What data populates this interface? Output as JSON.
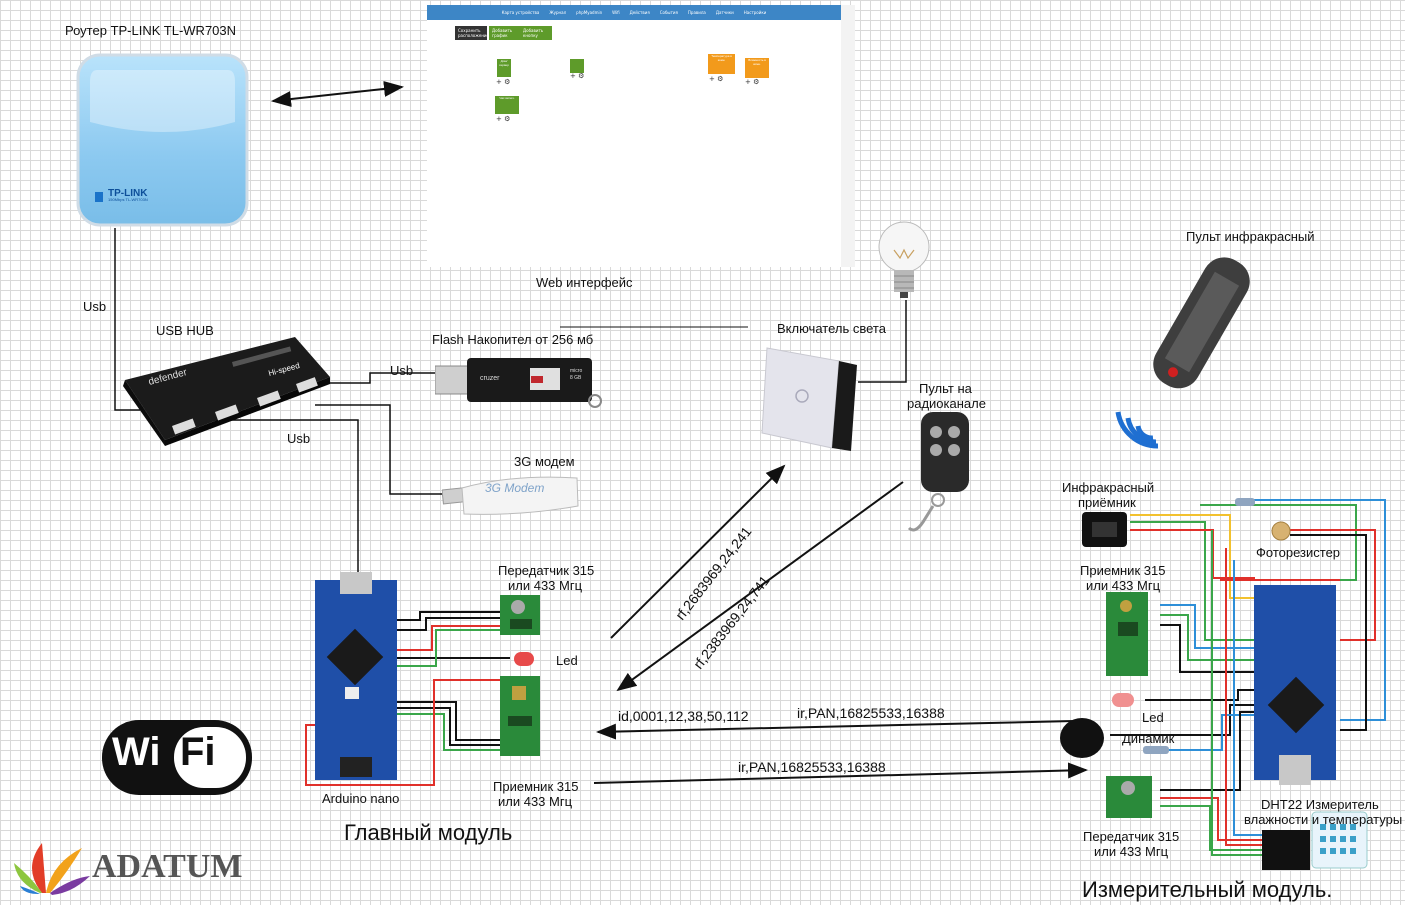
{
  "labels": {
    "router": "Роутер TP-LINK TL-WR703N",
    "usb_left": "Usb",
    "usb_hub": "USB HUB",
    "usb_flash": "Usb",
    "usb_down": "Usb",
    "web": "Web интерфейс",
    "flash": "Flash Накопител от 256 мб",
    "light_switch": "Включатель света",
    "remote_radio_1": "Пульт на",
    "remote_radio_2": "радиоканале",
    "ir_remote": "Пульт инфракрасный",
    "modem": "3G модем",
    "tx_main_1": "Передатчик 315",
    "tx_main_2": "или 433 Мгц",
    "led_main": "Led",
    "rx_main_1": "Приемник 315",
    "rx_main_2": "или 433 Мгц",
    "arduino": "Arduino nano",
    "main_module": "Главный модуль",
    "ir_receiver_1": "Инфракрасный",
    "ir_receiver_2": "приёмник",
    "photoresistor": "Фоторезистер",
    "rx_meas_1": "Приемник 315",
    "rx_meas_2": "или 433 Мгц",
    "led_meas": "Led",
    "speaker": "Динамик",
    "dht_1": "DHT22 Измеритель",
    "dht_2": "влажности и температуры",
    "tx_meas_1": "Передатчик 315",
    "tx_meas_2": "или 433 Мгц",
    "meas_module": "Измерительный модуль."
  },
  "signals": {
    "rf_up": "rf,2683969,24,241",
    "rf_down": "rf,2383969,24,741",
    "id_msg": "id,0001,12,38,50,112",
    "ir_in": "ir,PAN,16825533,16388",
    "ir_out": "ir,PAN,16825533,16388"
  },
  "devices": {
    "router_brand": "TP-LINK",
    "router_model": "150Mbps TL-WR703N",
    "hub_brand": "defender",
    "hub_tag": "Hi-speed",
    "flash_brand": "cruzer",
    "flash_size_1": "micro",
    "flash_size_2": "8 GB",
    "modem_label": "3G Modem",
    "wifi_text_1": "Wi",
    "wifi_text_2": "Fi",
    "logo_text": "ADATUM"
  },
  "web_ui": {
    "nav": [
      "Карта устройства",
      "Журнал",
      "phpMyadmin",
      "Wifi",
      "Действия",
      "События",
      "Правила",
      "Датчики",
      "Настройки"
    ],
    "buttons": [
      "Сохранить расположение",
      "Добавить график",
      "Добавить кнопку"
    ],
    "tiles": [
      "Дом/сервер",
      "",
      "Температура в комн.",
      "Влажность в комн.",
      "Час включ."
    ]
  },
  "colors": {
    "wire_black": "#111111",
    "wire_red": "#e0302a",
    "wire_green": "#3aa64a",
    "wire_yellow": "#f2c12e",
    "wire_blue": "#2e8fd8",
    "board_blue": "#1f4fa8"
  }
}
